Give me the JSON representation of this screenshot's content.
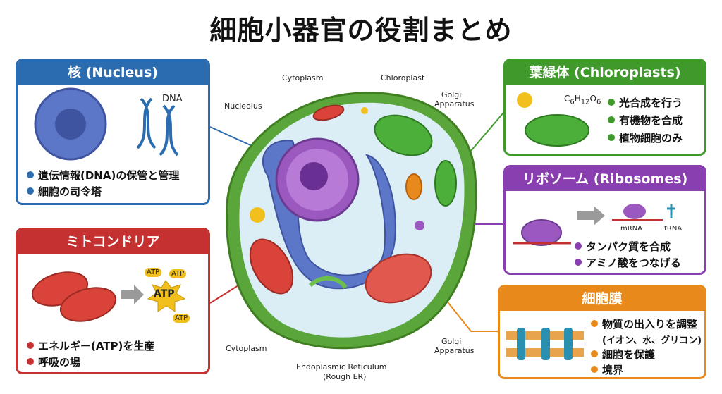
{
  "title": "細胞小器官の役割まとめ",
  "nucleus": {
    "header": "核 (Nucleus)",
    "dna_label": "DNA",
    "bullets": [
      "遺伝情報(DNA)の保管と管理",
      "細胞の司令塔"
    ]
  },
  "mitochondria": {
    "header": "ミトコンドリア",
    "atp_big": "ATP",
    "atp_small": "ATP",
    "bullets": [
      "エネルギー(ATP)を生産",
      "呼吸の場"
    ]
  },
  "chloroplasts": {
    "header": "葉緑体 (Chloroplasts)",
    "formula": {
      "c": "C",
      "c_n": "6",
      "h": "H",
      "h_n": "12",
      "o": "O",
      "o_n": "6"
    },
    "bullets": [
      "光合成を行う",
      "有機物を合成",
      "植物細胞のみ"
    ]
  },
  "ribosomes": {
    "header": "リボソーム (Ribosomes)",
    "mrna": "mRNA",
    "trna": "tRNA",
    "bullets": [
      "タンパク質を合成",
      "アミノ酸をつなげる"
    ]
  },
  "membrane": {
    "header": "細胞膜",
    "bullets": [
      "物質の出入りを調整",
      "細胞を保護",
      "境界"
    ],
    "sub": "(イオン、水、グリコン)"
  },
  "cell_labels": {
    "cytoplasm_top": "Cytoplasm",
    "chloroplast": "Chloroplast",
    "golgi_top_1": "Golgi",
    "golgi_top_2": "Apparatus",
    "nucleolus": "Nucleolus",
    "cytoplasm_bottom": "Cytoplasm",
    "er_1": "Endoplasmic Reticulum",
    "er_2": "(Rough ER)",
    "golgi_bottom_1": "Golgi",
    "golgi_bottom_2": "Apparatus"
  }
}
